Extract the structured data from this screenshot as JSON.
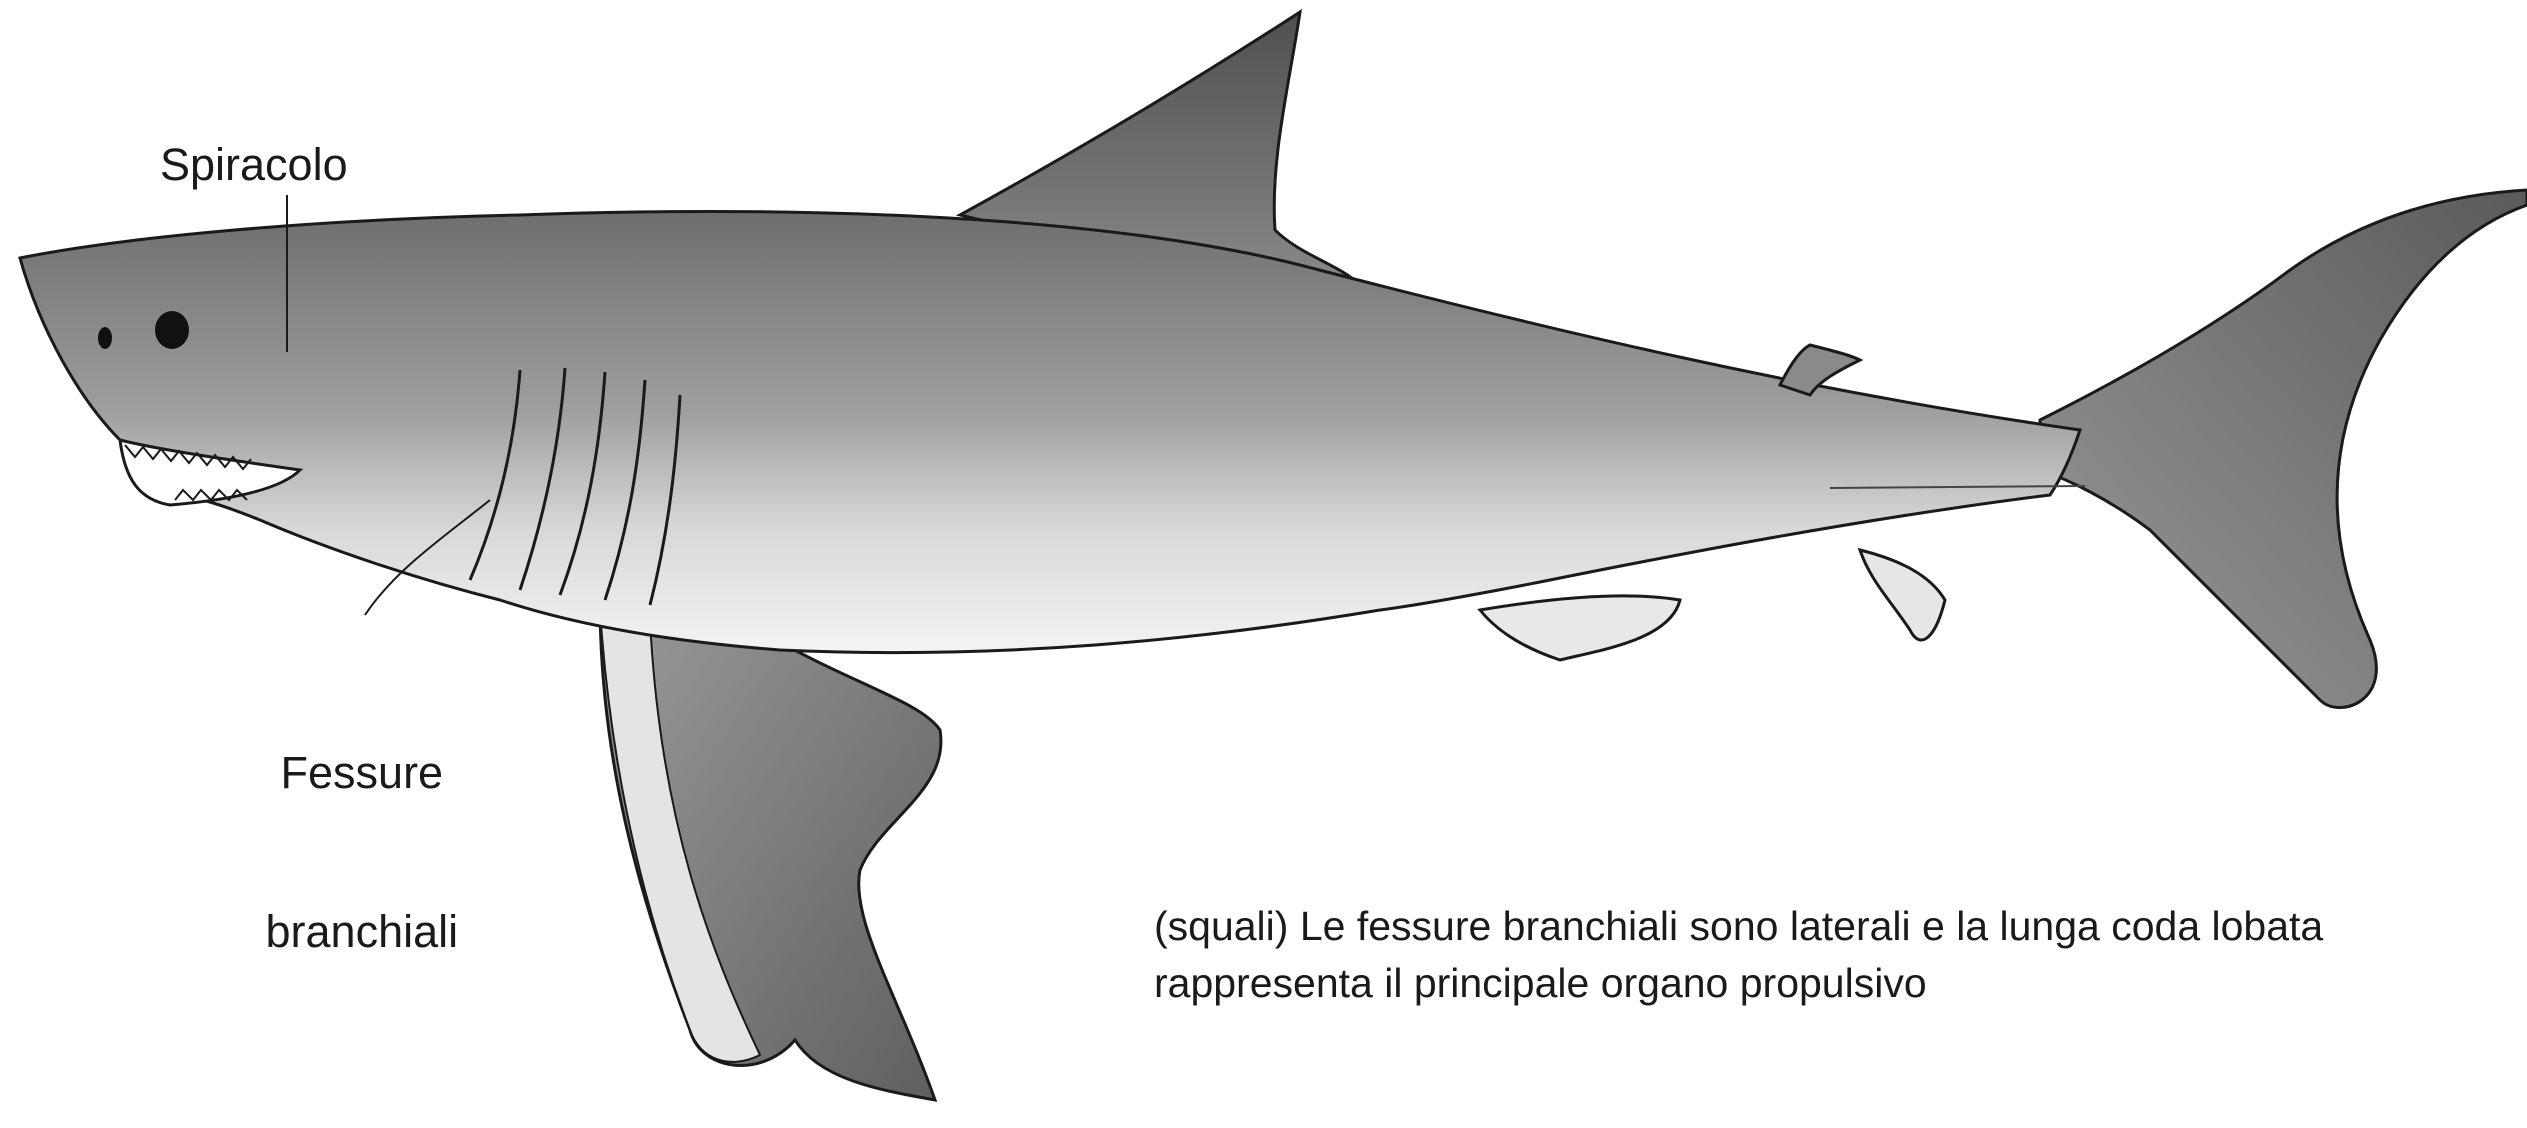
{
  "labels": {
    "spiracle": "Spiracolo",
    "gill_slits_line1": "Fessure",
    "gill_slits_line2": "branchiali"
  },
  "caption": "(squali) Le fessure branchiali sono laterali e la lunga coda lobata rappresenta il principale organo propulsivo",
  "colors": {
    "outline": "#1a1a1a",
    "body_dark": "#6b6b6b",
    "body_mid": "#9a9a9a",
    "belly": "#f2f2f2",
    "background": "#ffffff"
  }
}
